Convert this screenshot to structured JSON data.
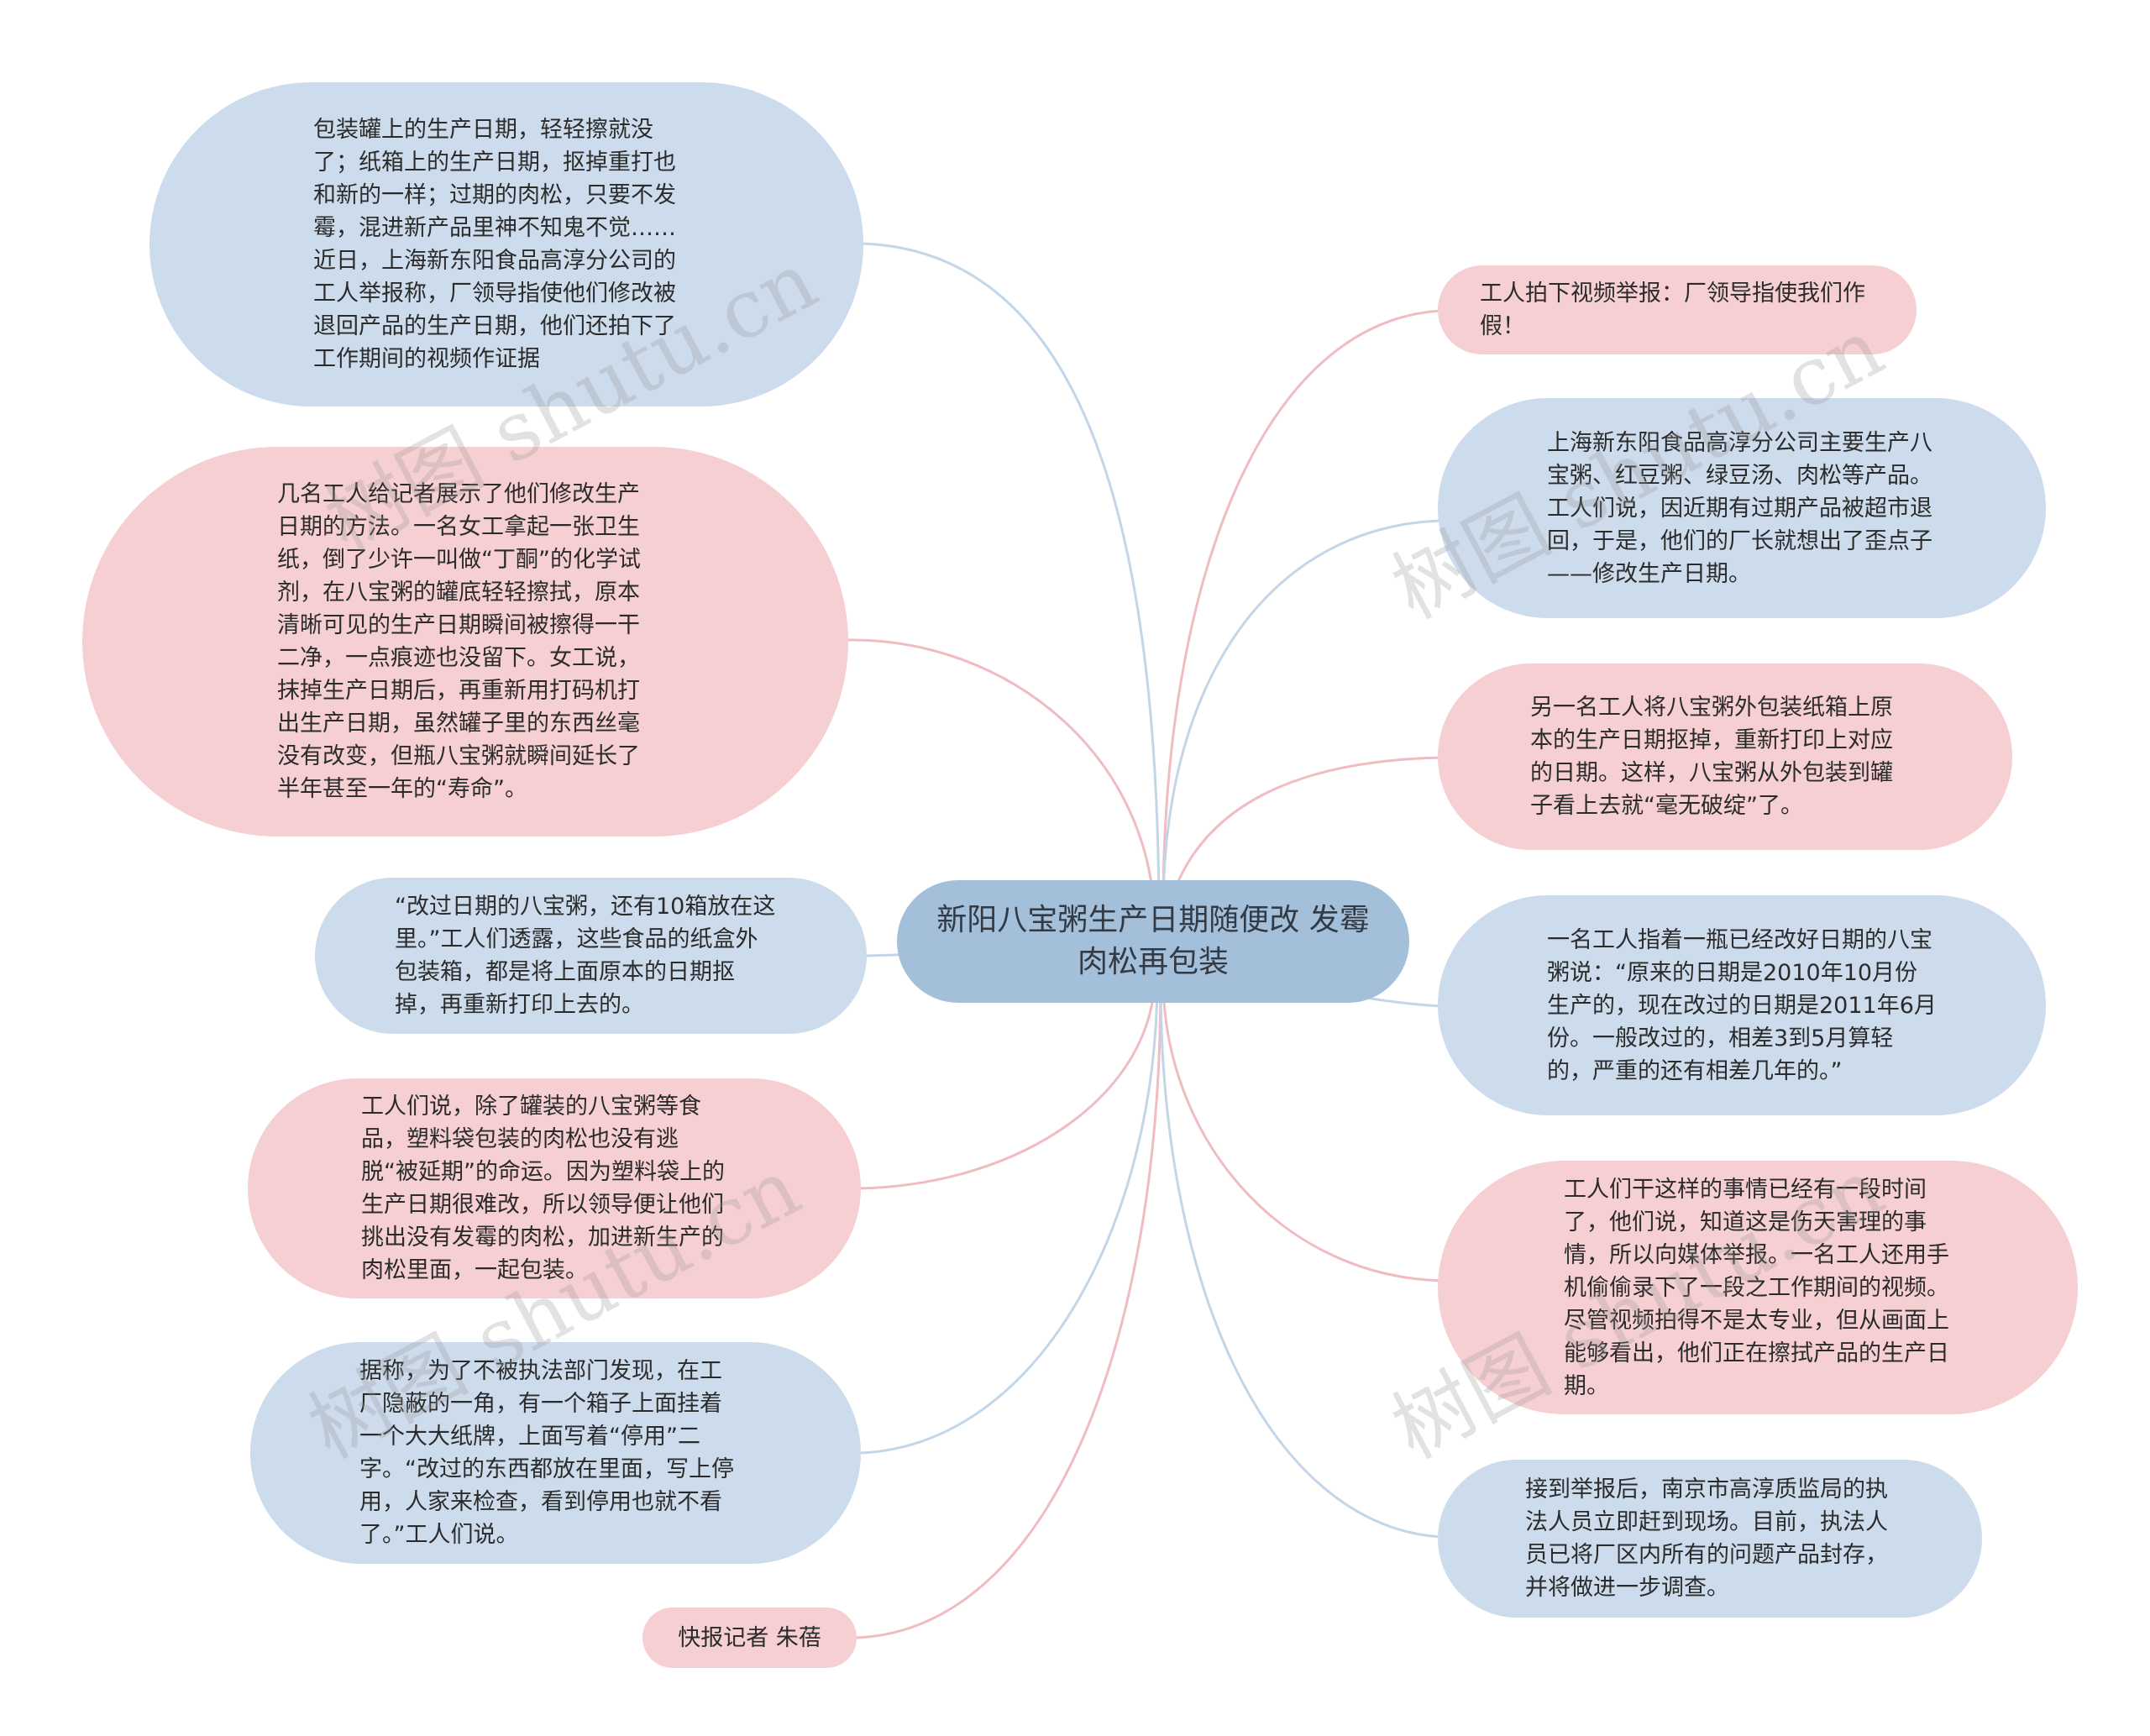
{
  "center": {
    "text": "新阳八宝粥生产日期随便改 发霉肉松再包装"
  },
  "nodes": [
    {
      "id": "l1",
      "side": "left",
      "color": "blue",
      "text": "包装罐上的生产日期，轻轻擦就没了；纸箱上的生产日期，抠掉重打也和新的一样；过期的肉松，只要不发霉，混进新产品里神不知鬼不觉……近日，上海新东阳食品高淳分公司的工人举报称，厂领导指使他们修改被退回产品的生产日期，他们还拍下了工作期间的视频作证据"
    },
    {
      "id": "l2",
      "side": "left",
      "color": "pink",
      "text": "几名工人给记者展示了他们修改生产日期的方法。一名女工拿起一张卫生纸，倒了少许一叫做“丁酮”的化学试剂，在八宝粥的罐底轻轻擦拭，原本清晰可见的生产日期瞬间被擦得一干二净，一点痕迹也没留下。女工说，抹掉生产日期后，再重新用打码机打出生产日期，虽然罐子里的东西丝毫没有改变，但瓶八宝粥就瞬间延长了半年甚至一年的“寿命”。"
    },
    {
      "id": "l3",
      "side": "left",
      "color": "blue",
      "text": "“改过日期的八宝粥，还有10箱放在这里。”工人们透露，这些食品的纸盒外包装箱，都是将上面原本的日期抠掉，再重新打印上去的。"
    },
    {
      "id": "l4",
      "side": "left",
      "color": "pink",
      "text": "工人们说，除了罐装的八宝粥等食品，塑料袋包装的肉松也没有逃脱“被延期”的命运。因为塑料袋上的生产日期很难改，所以领导便让他们挑出没有发霉的肉松，加进新生产的肉松里面，一起包装。"
    },
    {
      "id": "l5",
      "side": "left",
      "color": "blue",
      "text": "据称，为了不被执法部门发现，在工厂隐蔽的一角，有一个箱子上面挂着一个大大纸牌，上面写着“停用”二字。“改过的东西都放在里面，写上停用，人家来检查，看到停用也就不看了。”工人们说。"
    },
    {
      "id": "l6",
      "side": "left",
      "color": "pink",
      "text": "快报记者 朱蓓"
    },
    {
      "id": "r1",
      "side": "right",
      "color": "pink",
      "text": "工人拍下视频举报：厂领导指使我们作假！"
    },
    {
      "id": "r2",
      "side": "right",
      "color": "blue",
      "text": "上海新东阳食品高淳分公司主要生产八宝粥、红豆粥、绿豆汤、肉松等产品。工人们说，因近期有过期产品被超市退回，于是，他们的厂长就想出了歪点子——修改生产日期。"
    },
    {
      "id": "r3",
      "side": "right",
      "color": "pink",
      "text": "另一名工人将八宝粥外包装纸箱上原本的生产日期抠掉，重新打印上对应的日期。这样，八宝粥从外包装到罐子看上去就“毫无破绽”了。"
    },
    {
      "id": "r4",
      "side": "right",
      "color": "blue",
      "text": "一名工人指着一瓶已经改好日期的八宝粥说：“原来的日期是2010年10月份生产的，现在改过的日期是2011年6月份。一般改过的，相差3到5月算轻的，严重的还有相差几年的。”"
    },
    {
      "id": "r5",
      "side": "right",
      "color": "pink",
      "text": "工人们干这样的事情已经有一段时间了，他们说，知道这是伤天害理的事情，所以向媒体举报。一名工人还用手机偷偷录下了一段之工作期间的视频。尽管视频拍得不是太专业，但从画面上能够看出，他们正在擦拭产品的生产日期。"
    },
    {
      "id": "r6",
      "side": "right",
      "color": "blue",
      "text": "接到举报后，南京市高淳质监局的执法人员立即赶到现场。目前，执法人员已将厂区内所有的问题产品封存，并将做进一步调查。"
    }
  ],
  "colors": {
    "blue_fill": "#cddcec",
    "pink_fill": "#f6cfd2",
    "center_fill": "#a3bfd9",
    "blue_line": "#c3d6e8",
    "pink_line": "#f0bcc1",
    "text": "#2b2b2b"
  }
}
